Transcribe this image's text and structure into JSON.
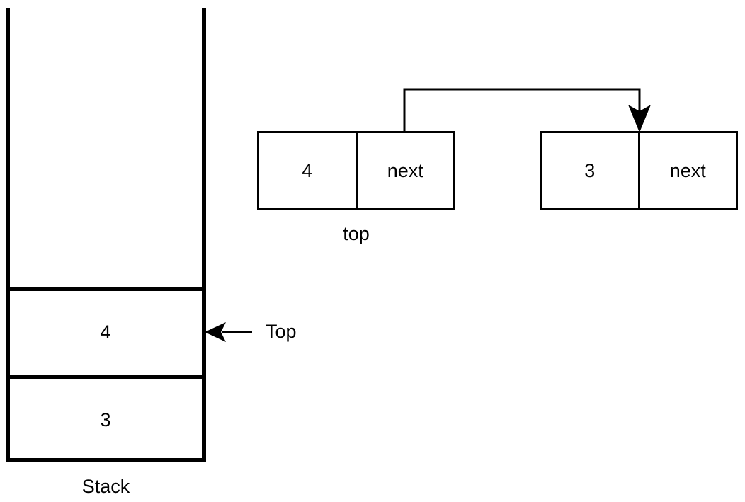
{
  "diagram": {
    "title_absent": true,
    "stack": {
      "caption": "Stack",
      "pointer_label": "Top",
      "cells": [
        {
          "value": "4"
        },
        {
          "value": "3"
        }
      ]
    },
    "linked_list": {
      "nodes": [
        {
          "data": "4",
          "next_label": "next",
          "label": "top"
        },
        {
          "data": "3",
          "next_label": "next",
          "label": ""
        }
      ]
    },
    "colors": {
      "stroke": "#000000",
      "background": "#ffffff",
      "text": "#000000"
    }
  }
}
